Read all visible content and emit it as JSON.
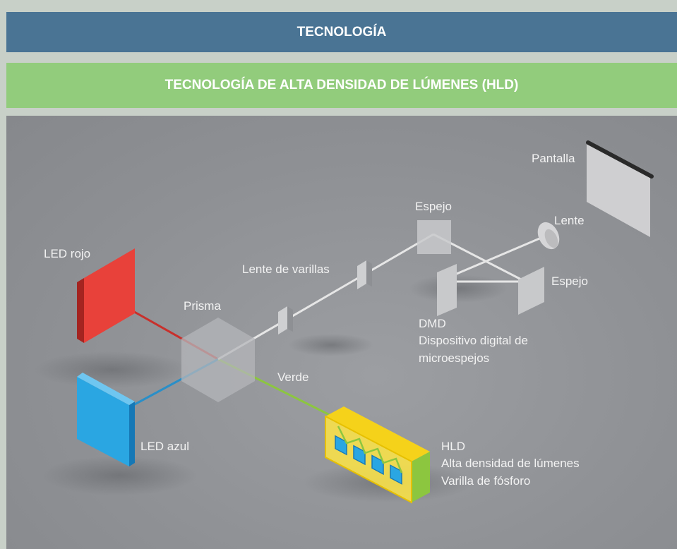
{
  "header": {
    "title": "TECNOLOGÍA",
    "subtitle": "TECNOLOGÍA DE ALTA DENSIDAD DE LÚMENES (HLD)"
  },
  "diagram": {
    "labels": {
      "pantalla": "Pantalla",
      "espejo_top": "Espejo",
      "lente": "Lente",
      "led_rojo": "LED rojo",
      "lente_varillas": "Lente de varillas",
      "espejo_right": "Espejo",
      "prisma": "Prisma",
      "dmd_1": "DMD",
      "dmd_2": "Dispositivo digital de",
      "dmd_3": "microespejos",
      "verde": "Verde",
      "led_azul": "LED azul",
      "hld_1": "HLD",
      "hld_2": "Alta densidad de lúmenes",
      "hld_3": "Varilla de fósforo"
    },
    "colors": {
      "background": "#8e9094",
      "red_led": "#e8413a",
      "blue_led": "#2aa6e2",
      "green_beam": "#8cc63f",
      "hld_yellow": "#f5d21a",
      "white_beam": "#e8e8e8"
    }
  }
}
